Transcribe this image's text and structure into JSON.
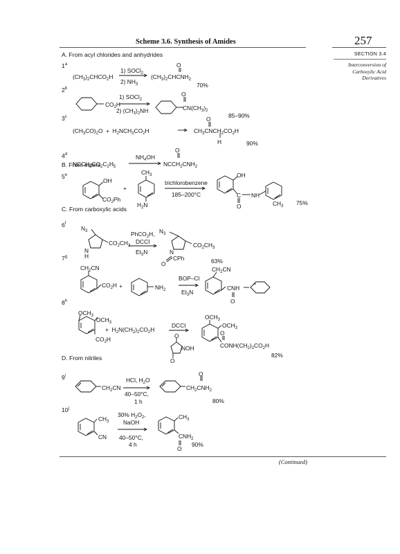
{
  "header": {
    "title": "Scheme 3.6. Synthesis of Amides",
    "page_number": "257"
  },
  "sidebar": {
    "section": "SECTION 3.4",
    "topic_line1": "Interconversion of",
    "topic_line2": "Carboxylic Acid",
    "topic_line3": "Derivatives"
  },
  "sections": {
    "a": "A. From acyl chlorides and anhydrides",
    "b": "B. From esters",
    "c": "C. From carboxylic acids",
    "d": "D. From nitriles"
  },
  "entries": [
    {
      "num": "1",
      "ref": "a"
    },
    {
      "num": "2",
      "ref": "b"
    },
    {
      "num": "3",
      "ref": "c"
    },
    {
      "num": "4",
      "ref": "d"
    },
    {
      "num": "5",
      "ref": "e"
    },
    {
      "num": "6",
      "ref": "f"
    },
    {
      "num": "7",
      "ref": "g"
    },
    {
      "num": "8",
      "ref": "h"
    },
    {
      "num": "9",
      "ref": "i"
    },
    {
      "num": "10",
      "ref": "j"
    }
  ],
  "yields": {
    "e1": "70%",
    "e2": "85–90%",
    "e3": "90%",
    "e5": "75%",
    "e7": "63%",
    "e8": "82%",
    "e9": "80%",
    "e10": "90%"
  },
  "footer": {
    "continued": "(Continued)"
  }
}
